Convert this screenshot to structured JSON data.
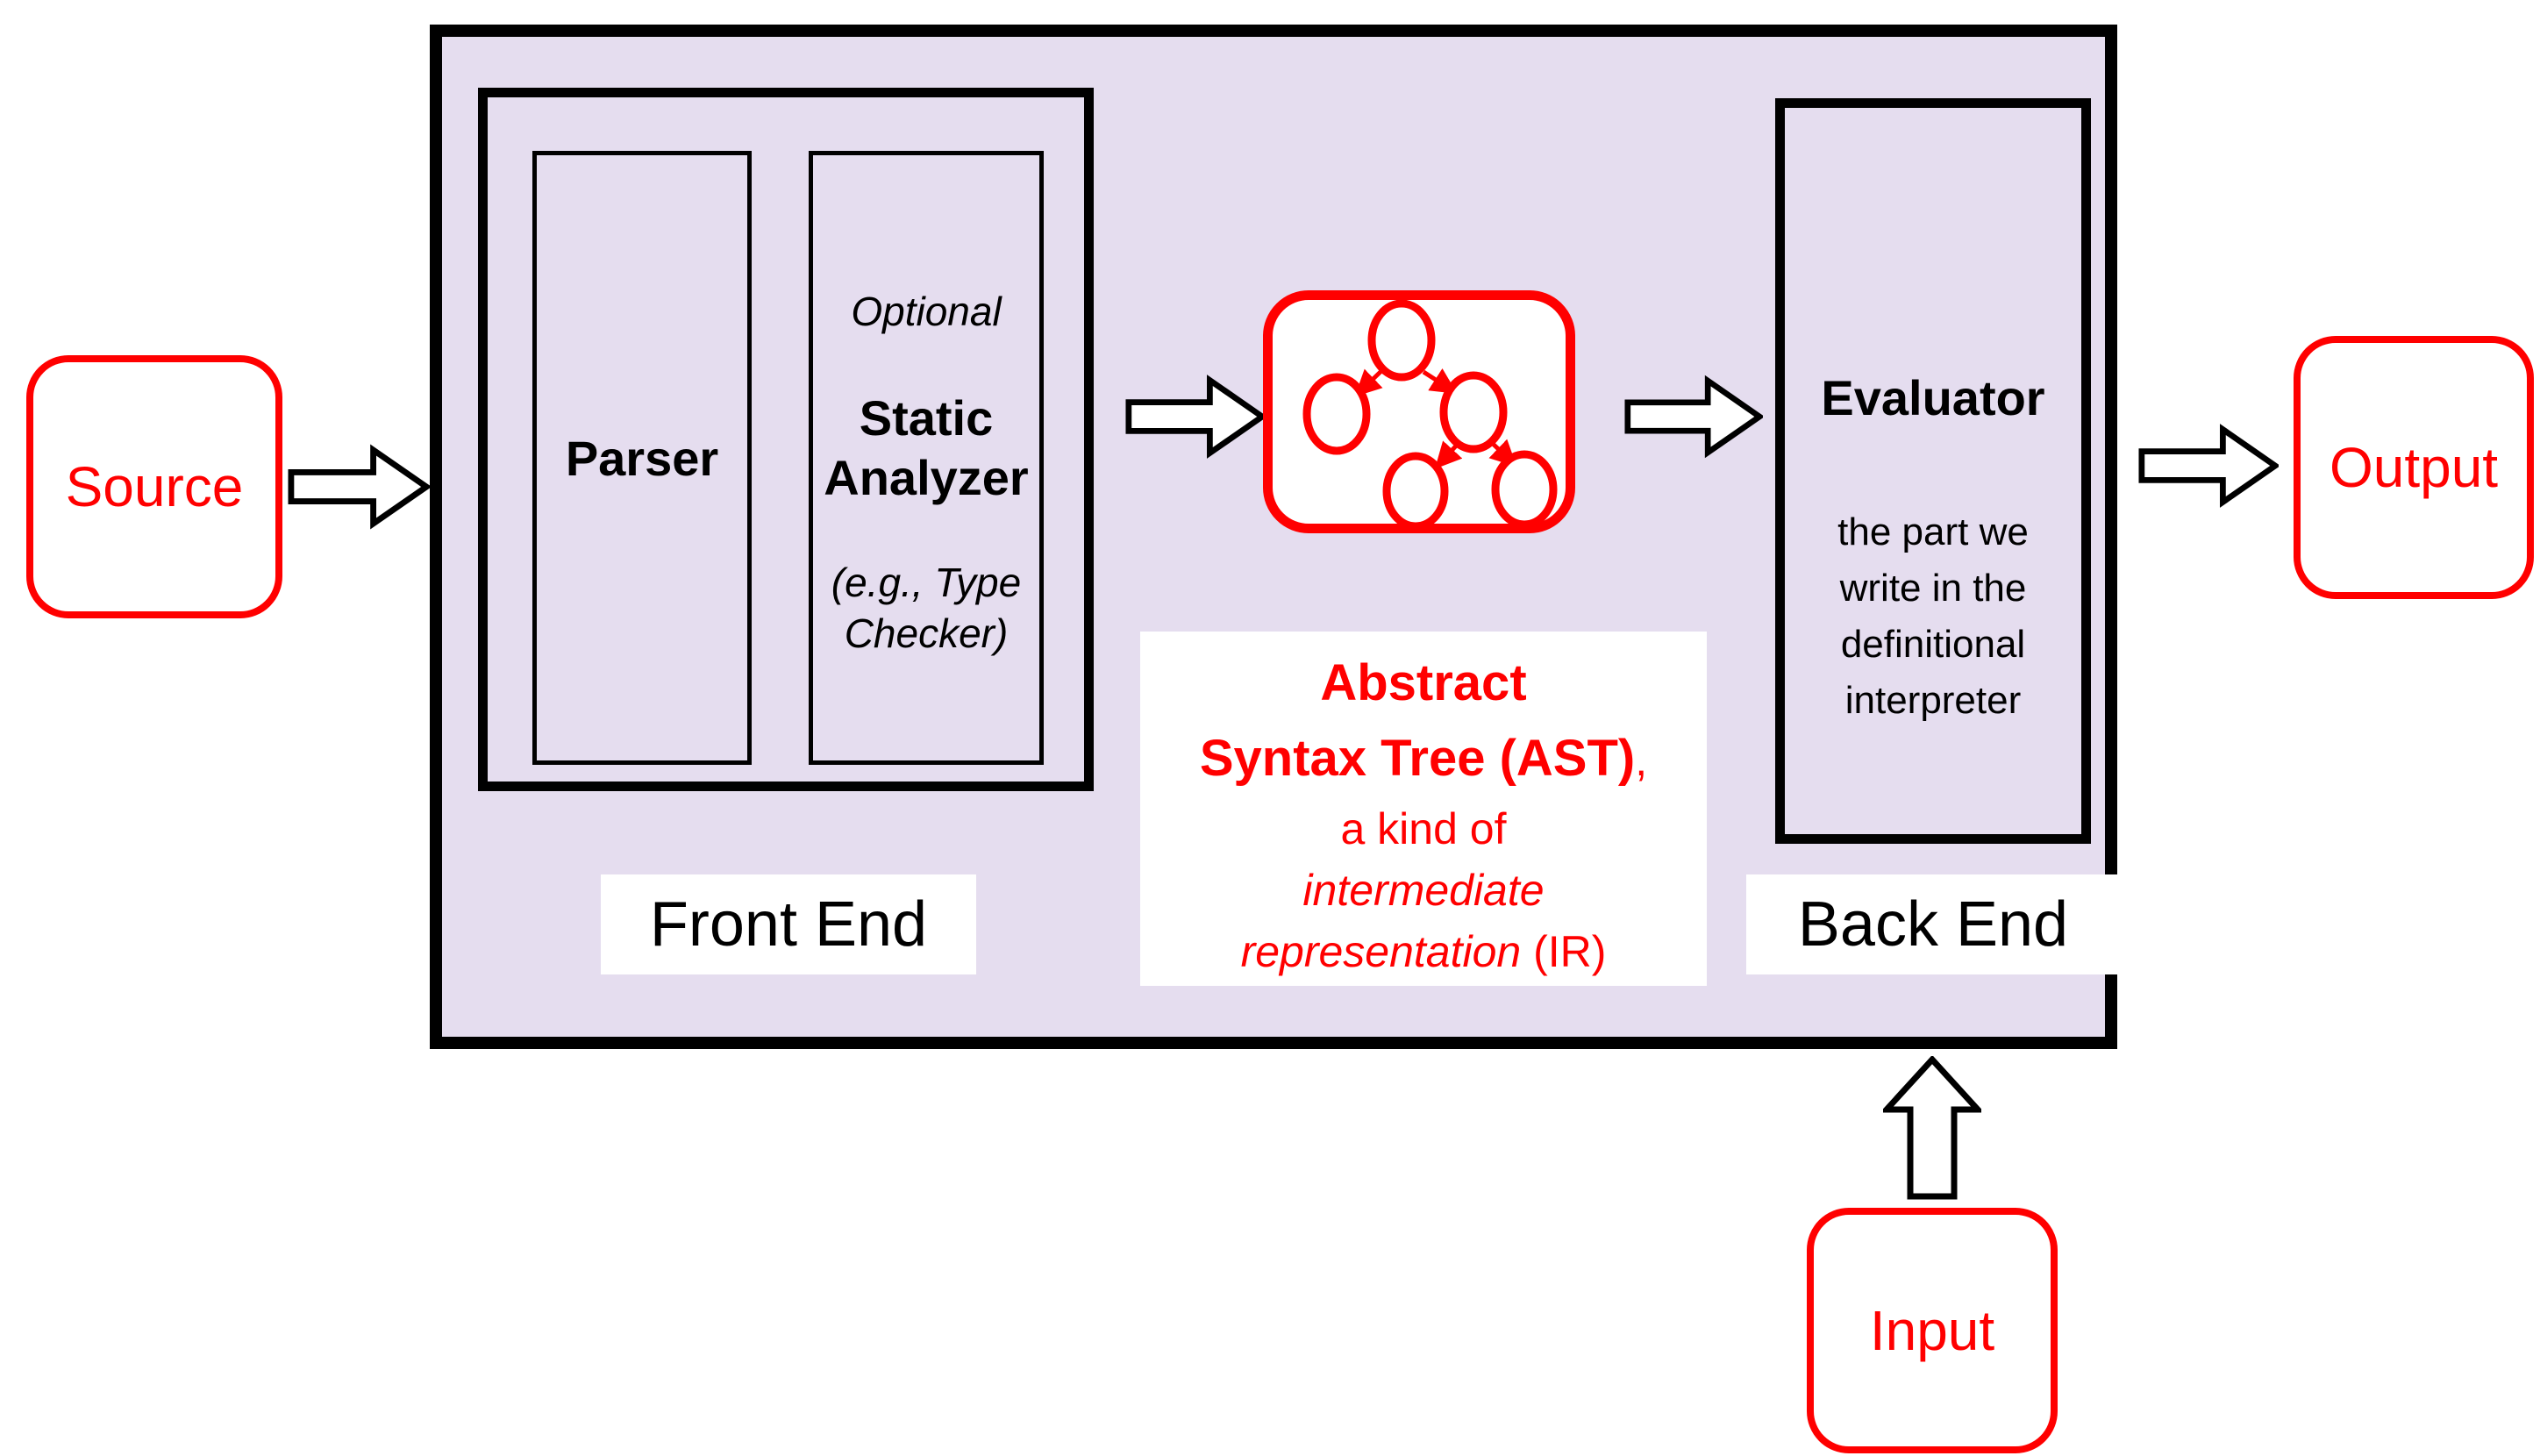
{
  "colors": {
    "red": "#ff0000",
    "black": "#000000",
    "lavender": "#e5ddef",
    "white": "#ffffff"
  },
  "nodes": {
    "source": {
      "label": "Source"
    },
    "output": {
      "label": "Output"
    },
    "input": {
      "label": "Input"
    },
    "parser": {
      "label": "Parser"
    },
    "static_analyzer": {
      "optional": "Optional",
      "title_line1": "Static",
      "title_line2": "Analyzer",
      "example_line1": "(e.g., Type",
      "example_line2": "Checker)"
    },
    "evaluator": {
      "title": "Evaluator",
      "note_lines": [
        "the part we",
        "write in the",
        "definitional",
        "interpreter"
      ]
    },
    "front_end": {
      "label": "Front End"
    },
    "back_end": {
      "label": "Back End"
    }
  },
  "ast_caption": {
    "line1": "Abstract",
    "line2_bold": "Syntax Tree (AST)",
    "line2_tail": ",",
    "line3": "a kind of",
    "line4_italic": "intermediate",
    "line5_italic": "representation",
    "line5_tail": " (IR)"
  },
  "icons": {
    "ast_tree": "tree-of-five-nodes-with-red-arrows",
    "flow_arrow": "hollow-block-arrow"
  }
}
